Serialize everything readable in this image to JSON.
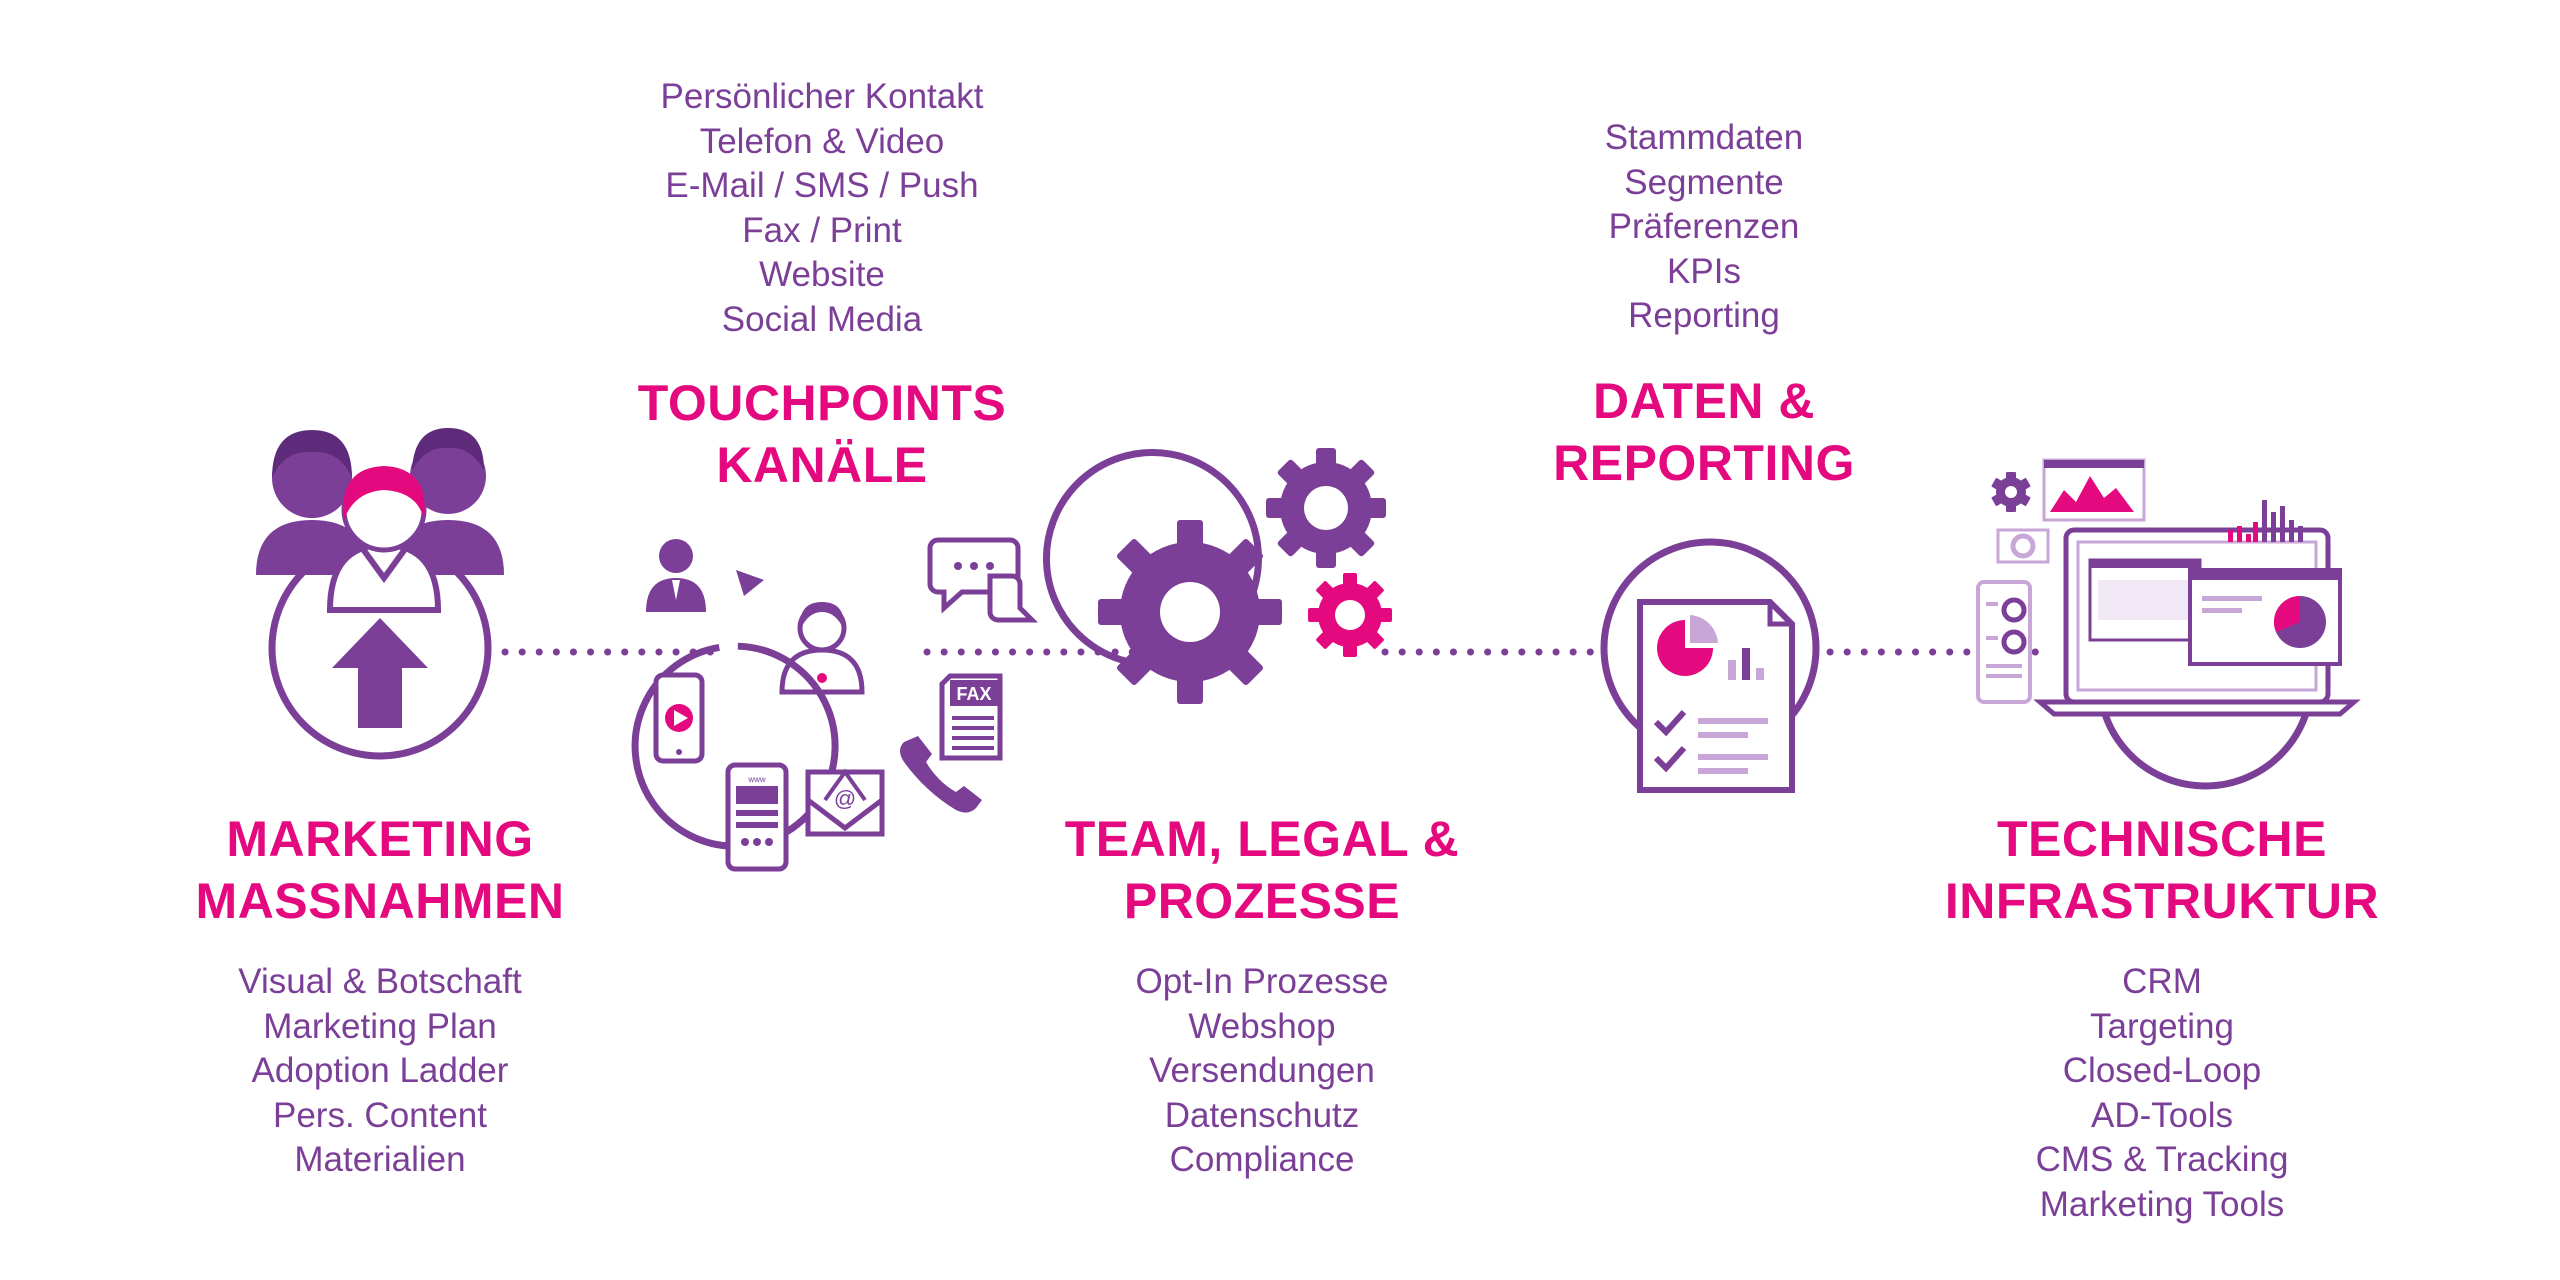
{
  "colors": {
    "purple": "#7b3f98",
    "magenta": "#e5097f",
    "light_purple": "#c9a6d8"
  },
  "stages": [
    {
      "title": [
        "MARKETING",
        "MASSNAHMEN"
      ],
      "items": [
        "Visual & Botschaft",
        "Marketing Plan",
        "Adoption Ladder",
        "Pers. Content",
        "Materialien"
      ]
    },
    {
      "title": [
        "TOUCHPOINTS",
        "KANÄLE"
      ],
      "items": [
        "Persönlicher Kontakt",
        "Telefon & Video",
        "E-Mail / SMS / Push",
        "Fax / Print",
        "Website",
        "Social Media"
      ]
    },
    {
      "title": [
        "TEAM, LEGAL &",
        "PROZESSE"
      ],
      "items": [
        "Opt-In Prozesse",
        "Webshop",
        "Versendungen",
        "Datenschutz",
        "Compliance"
      ]
    },
    {
      "title": [
        "DATEN &",
        "REPORTING"
      ],
      "items": [
        "Stammdaten",
        "Segmente",
        "Präferenzen",
        "KPIs",
        "Reporting"
      ]
    },
    {
      "title": [
        "TECHNISCHE",
        "INFRASTRUKTUR"
      ],
      "items": [
        "CRM",
        "Targeting",
        "Closed-Loop",
        "AD-Tools",
        "CMS & Tracking",
        "Marketing Tools"
      ]
    }
  ],
  "icons": {
    "fax_label": "FAX",
    "email_symbol": "@",
    "www_label": "www"
  }
}
